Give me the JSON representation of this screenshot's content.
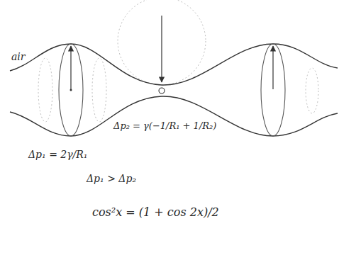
{
  "diagram": {
    "labels": [
      "air",
      "Δp₁ = 2γ/R₁",
      "Δp₂ = γ(−1/R₁ + 1/R₂)",
      "Δp₁ > Δp₂",
      "cos²x = (1 + cos 2x)/2"
    ]
  }
}
